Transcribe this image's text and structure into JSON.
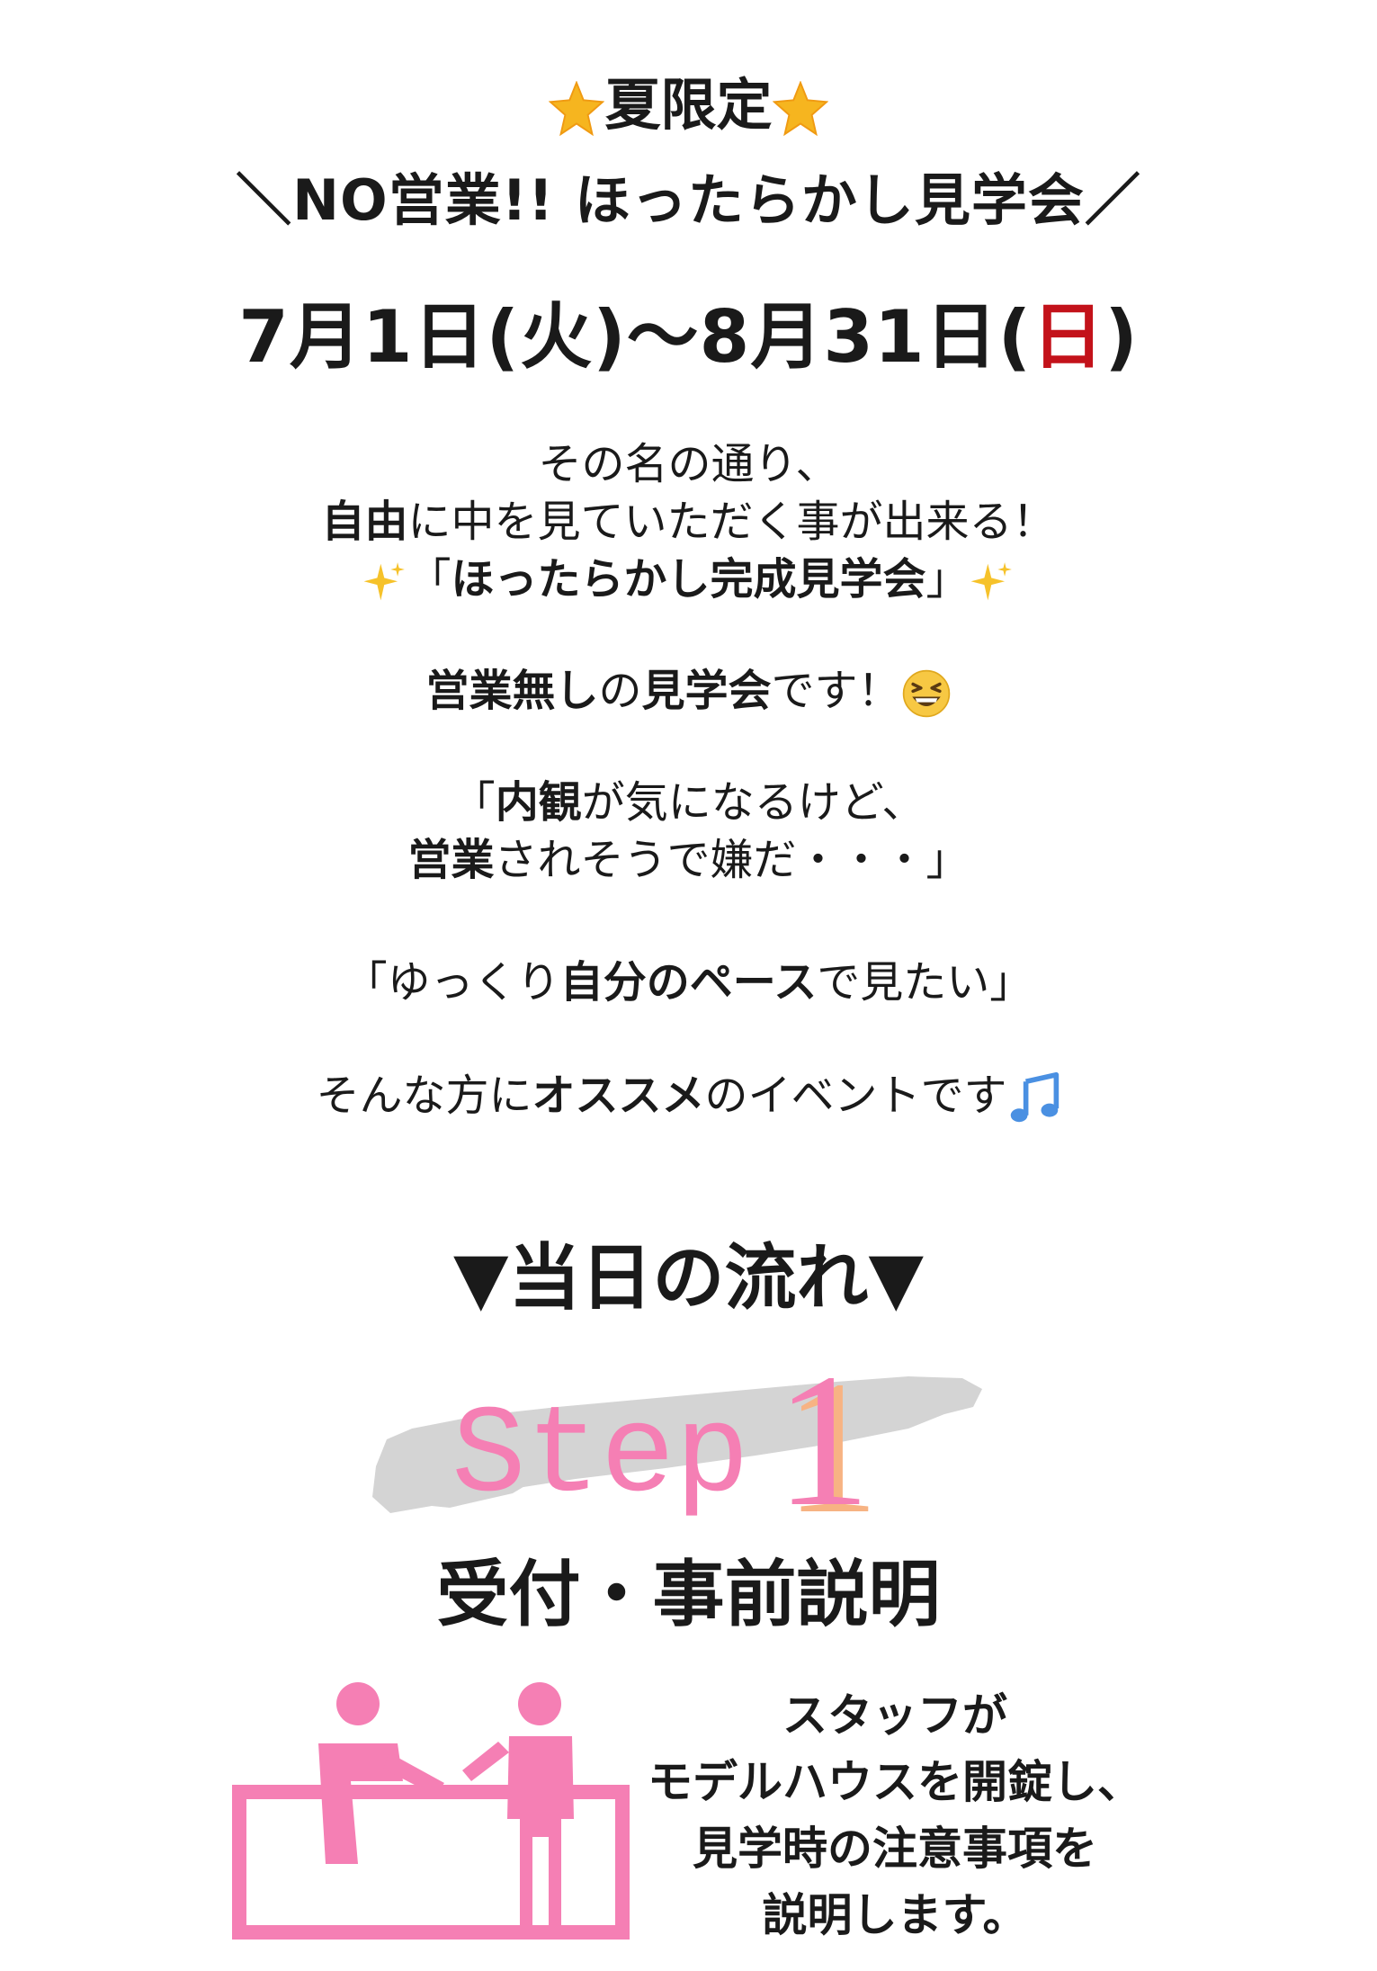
{
  "header": {
    "summer_label": "夏限定",
    "event_title": "＼NO営業!! ほったらかし見学会／",
    "date_prefix": "7月1日(火)〜8月31日(",
    "date_sunday": "日",
    "date_suffix": ")",
    "sunday_color": "#c3121a"
  },
  "intro": {
    "line1": "その名の通り、",
    "line2_bold": "自由",
    "line2_rest": "に中を見ていただく事が出来る！",
    "line3_open": "「",
    "line3_bold": "ほったらかし完成見学会",
    "line3_close": "」",
    "line4_bold1": "営業無し",
    "line4_mid": "の",
    "line4_bold2": "見学会",
    "line4_rest": "です！",
    "line5_open": "「",
    "line5_bold": "内観",
    "line5_rest": "が気になるけど、",
    "line6_bold": "営業",
    "line6_rest": "されそうで嫌だ・・・」",
    "line7_open": "「ゆっくり",
    "line7_bold": "自分のペース",
    "line7_rest": "で見たい」",
    "line8_start": "そんな方に",
    "line8_bold": "オススメ",
    "line8_rest": "のイベントです"
  },
  "icons": [
    "star-icon",
    "sparkles-icon",
    "grinning-face-icon",
    "music-note-icon"
  ],
  "flow": {
    "heading": "▼当日の流れ▼",
    "step_word": "Step",
    "step_number": "1",
    "step_title": "受付・事前説明",
    "step_desc": [
      "スタッフが",
      "モデルハウスを開錠し、",
      "見学時の注意事項を",
      "説明します。"
    ]
  },
  "colors": {
    "accent_pink": "#f57fb4",
    "number_shadow": "#f7b383",
    "brush_gray": "#d4d4d4",
    "text": "#1a1a1a"
  }
}
